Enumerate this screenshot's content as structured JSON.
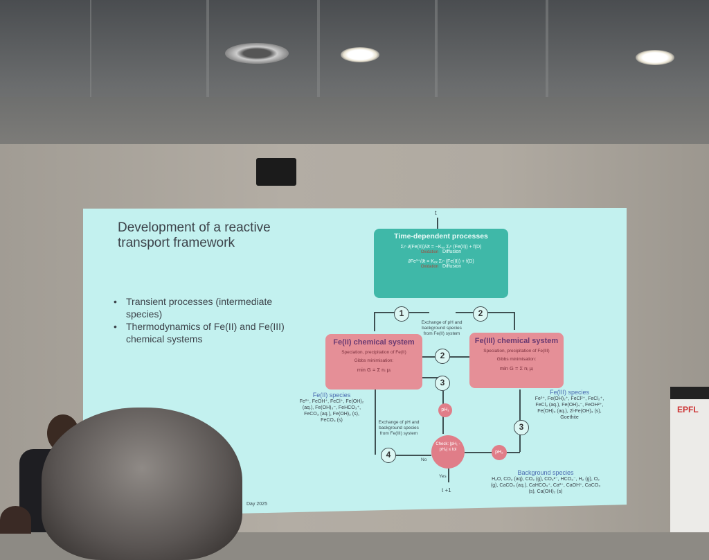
{
  "slide": {
    "title_line1": "Development of a reactive",
    "title_line2": "transport framework",
    "bullets": [
      "Transient processes (intermediate species)",
      "Thermodynamics of Fe(II) and Fe(III) chemical systems"
    ],
    "footer": "Day 2025",
    "diagram": {
      "input": "t",
      "tdp_title": "Time-dependent processes",
      "eq1": "Σᵢⁿ ∂(Fe(II))/∂t = −Kₒₓ Σᵢⁿ (Fe(II)) + f(D)",
      "eq2": "∂Fe³⁺/∂t = Kₒₓ Σᵢⁿ (Fe(II)) + f(D)",
      "oxidation": "Oxidation",
      "diffusion": "Diffusion",
      "fe2_title": "Fe(II) chemical system",
      "fe2_sub": "Speciation, precipitation of Fe(II)",
      "fe3_title": "Fe(III) chemical system",
      "fe3_sub": "Speciation, precipitation of Fe(III)",
      "gibbs": "Gibbs minimisation:",
      "min_g": "min G = Σ nᵢ μᵢ",
      "steps": [
        "1",
        "2",
        "2",
        "3",
        "3",
        "4"
      ],
      "exchange_from_fe2": "Exchange of pH and background species from Fe(II) system",
      "exchange_from_fe3": "Exchange of pH and background species from Fe(III) system",
      "ph1": "pH₁",
      "ph2": "pH₂",
      "check": "Check: |pH₁ - pH₂| ≤ tol",
      "no": "No",
      "yes": "Yes",
      "output": "t +1",
      "fe2_species_title": "Fe(II) species",
      "fe2_species": "Fe²⁺, FeOH⁺, FeCl⁺, Fe(OH)₂ (aq.), Fe(OH)₃⁻, FeHCO₃⁺, FeCO₃ (aq.), Fe(OH)₂ (s), FeCO₃ (s)",
      "fe3_species_title": "Fe(III) species",
      "fe3_species": "Fe³⁺, Fe(OH)₂⁺, FeCl²⁺, FeCl₂⁺, FeCl₃ (aq.), Fe(OH)₄⁻, FeOH²⁺, Fe(OH)₃ (aq.), 2l-Fe(OH)₃ (s), Goethite",
      "bg_title": "Background species",
      "bg_species": "H₂O, CO₂ (aq), CO₂ (g), CO₃²⁻, HCO₃⁻, H₂ (g), O₂ (g), CaCO₃ (aq.), CaHCO₃⁺, Ca²⁺, CaOH⁺, CaCO₃ (s), Ca(OH)₂ (s)"
    }
  },
  "banner": {
    "logo": "EPFL"
  },
  "colors": {
    "slide": "#c3f1ef",
    "teal": "#3fb8a8",
    "pink": "#e58f97"
  }
}
